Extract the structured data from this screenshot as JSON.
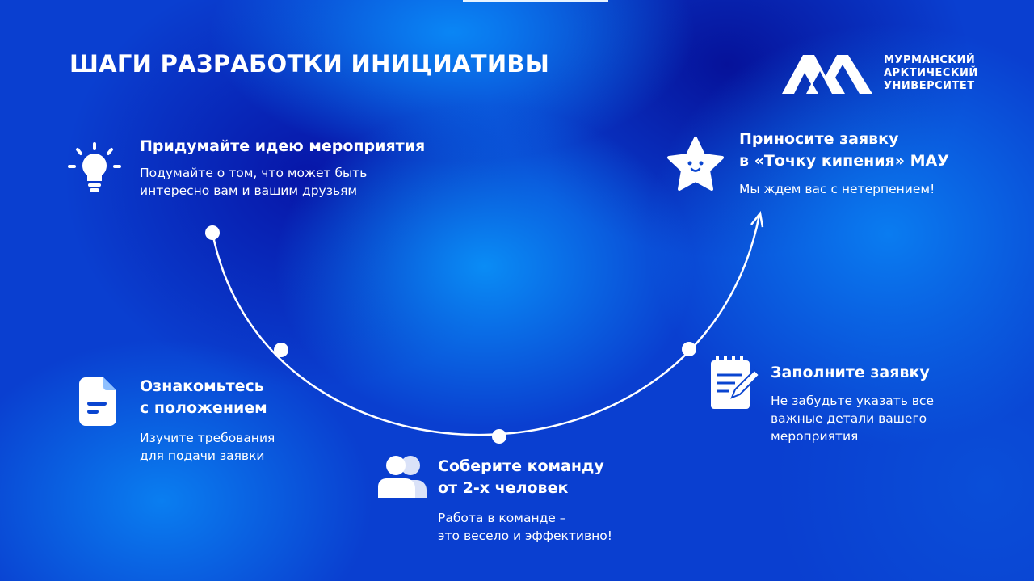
{
  "title": "ШАГИ РАЗРАБОТКИ ИНИЦИАТИВЫ",
  "logo": {
    "lines": [
      "МУРМАНСКИЙ",
      "АРКТИЧЕСКИЙ",
      "УНИВЕРСИТЕТ"
    ]
  },
  "steps": [
    {
      "title": [
        "Придумайте идею мероприятия"
      ],
      "text": [
        "Подумайте о том, что может быть",
        "интересно вам и вашим друзьям"
      ]
    },
    {
      "title": [
        "Ознакомьтесь",
        "с положением"
      ],
      "text": [
        "Изучите требования",
        "для подачи заявки"
      ]
    },
    {
      "title": [
        "Соберите команду",
        "от 2-х человек"
      ],
      "text": [
        "Работа в команде –",
        "это весело и эффективно!"
      ]
    },
    {
      "title": [
        "Заполните заявку"
      ],
      "text": [
        "Не забудьте указать все",
        "важные детали вашего",
        "мероприятия"
      ]
    },
    {
      "title": [
        "Приносите заявку",
        "в «Точку кипения» МАУ"
      ],
      "text": [
        "Мы ждем вас с нетерпением!"
      ]
    }
  ]
}
